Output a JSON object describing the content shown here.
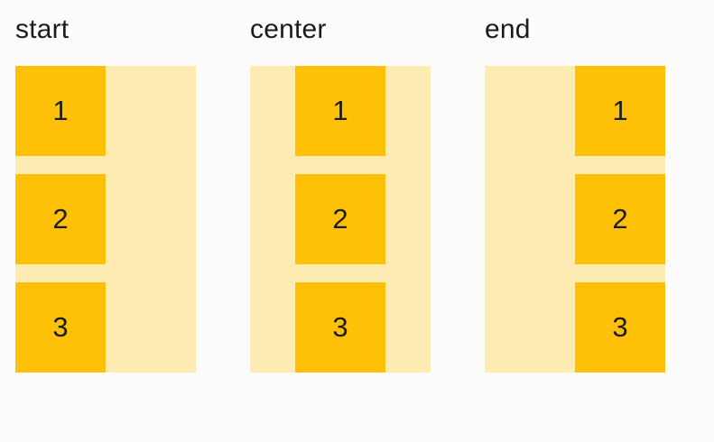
{
  "colors": {
    "background": "#fcfcfd",
    "container_fill": "#ffecb3",
    "item_fill": "#ffc107",
    "text": "#1b1b1b"
  },
  "demos": [
    {
      "label": "start",
      "items": [
        "1",
        "2",
        "3"
      ]
    },
    {
      "label": "center",
      "items": [
        "1",
        "2",
        "3"
      ]
    },
    {
      "label": "end",
      "items": [
        "1",
        "2",
        "3"
      ]
    }
  ]
}
